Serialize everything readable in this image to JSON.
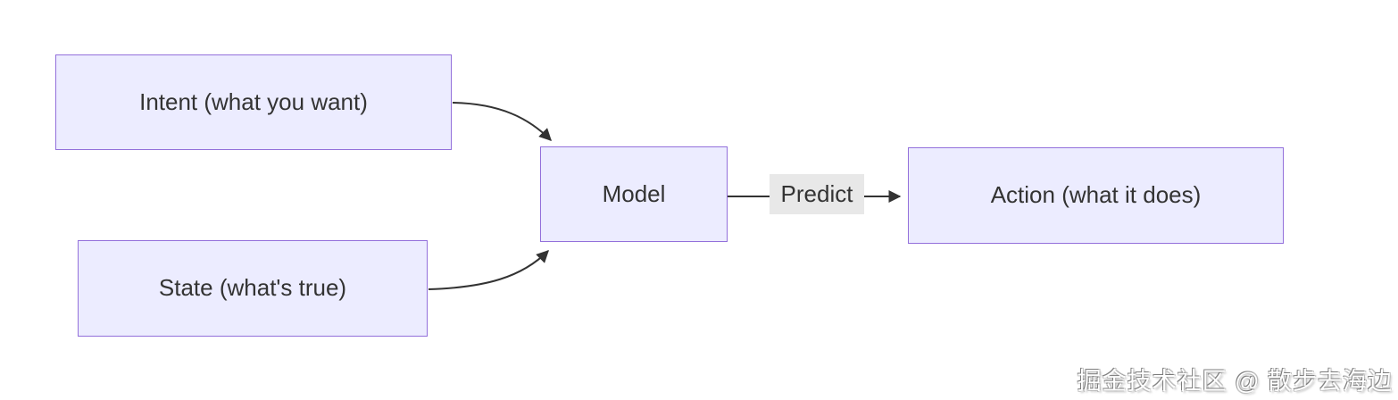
{
  "colors": {
    "node_fill": "#ECECFF",
    "node_border": "#9370DB",
    "edge": "#333333",
    "edge_label_bg": "#e8e8e8",
    "text": "#333333"
  },
  "diagram": {
    "type": "flowchart-lr",
    "nodes": [
      {
        "id": "intent",
        "label": "Intent (what you want)"
      },
      {
        "id": "state",
        "label": "State (what's true)"
      },
      {
        "id": "model",
        "label": "Model"
      },
      {
        "id": "action",
        "label": "Action (what it does)"
      }
    ],
    "edges": [
      {
        "from": "intent",
        "to": "model",
        "label": ""
      },
      {
        "from": "state",
        "to": "model",
        "label": ""
      },
      {
        "from": "model",
        "to": "action",
        "label": "Predict"
      }
    ]
  },
  "watermark": {
    "text": "掘金技术社区 @ 散步去海边"
  }
}
